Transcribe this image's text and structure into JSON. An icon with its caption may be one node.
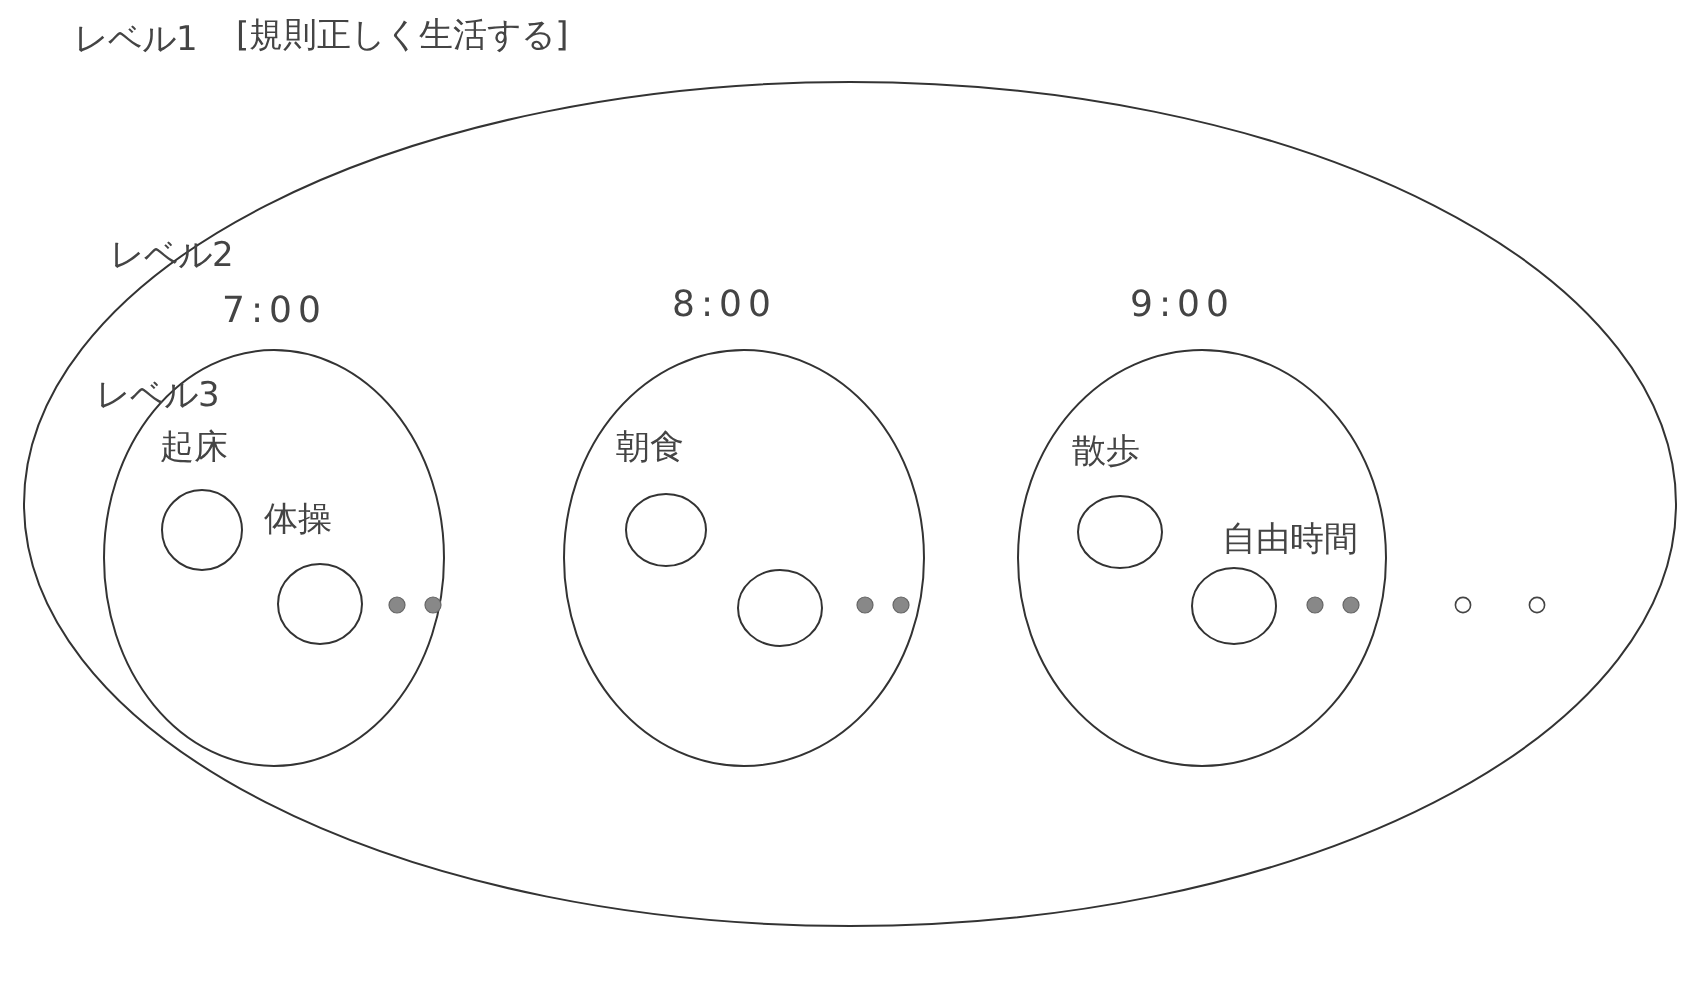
{
  "diagram": {
    "nodes": [
      {
        "text": [
          "[規則正しく生活する]"
        ]
      },
      {
        "text": [
          "7:00"
        ],
        "in": 0
      },
      {
        "text": [
          "起床"
        ],
        "in": 1
      },
      {
        "text": [
          "体操"
        ],
        "in": 1
      },
      {
        "text": [
          "8:00"
        ],
        "in": 0
      },
      {
        "text": [
          "朝食"
        ],
        "in": 4
      },
      {
        "text": [],
        "shape": "circle",
        "in": 4
      },
      {
        "text": [
          "9:00"
        ],
        "in": 0
      },
      {
        "text": [
          "散歩"
        ],
        "in": 7
      },
      {
        "text": [
          "自由時間"
        ],
        "in": 7
      }
    ],
    "edges": [],
    "labels": [
      "レベル1",
      "レベル2",
      "レベル3"
    ]
  }
}
